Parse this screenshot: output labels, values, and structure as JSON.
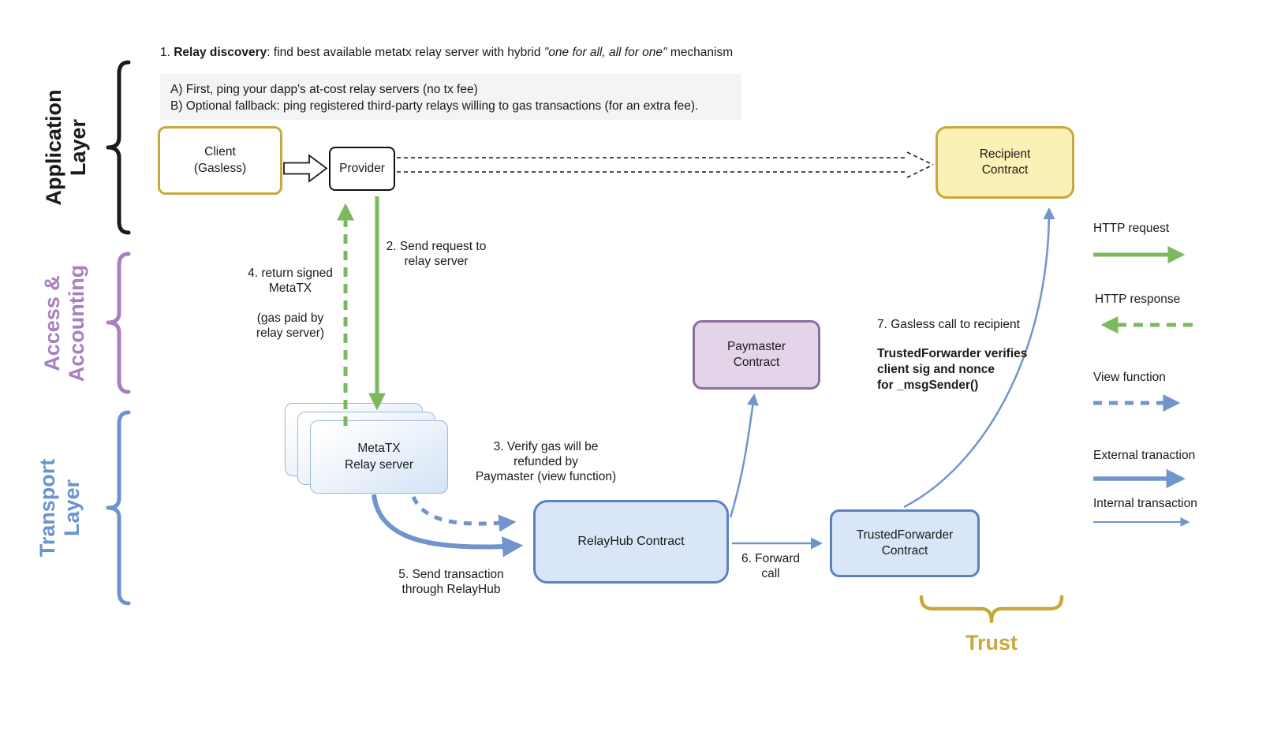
{
  "page": {
    "title": "MetaTX relay architecture diagram"
  },
  "colors": {
    "gold": "#C9A73C",
    "gold_fill": "#FBF0B5",
    "purple": "#8D6C9F",
    "purple_fill": "#E3D4E9",
    "purple_label": "#A87FC0",
    "blue": "#5B82C0",
    "blue_fill": "#D8E6F8",
    "blue_arrow": "#7094CC",
    "blue_label": "#6B93CF",
    "green": "#7CB85E",
    "text": "#1A1A1A"
  },
  "header": {
    "step1_prefix": "1. ",
    "step1_bold": "Relay discovery",
    "step1_mid": ": find best available metatx relay server with hybrid ",
    "step1_italic": "\"one for all, all for one\"",
    "step1_suffix": " mechanism",
    "option_a": "A) First, ping your dapp's at-cost relay servers (no tx fee)",
    "option_b": "B) Optional fallback: ping registered third-party relays willing to gas transactions (for an extra fee)."
  },
  "layers": {
    "application": {
      "label": "Application\nLayer"
    },
    "access": {
      "label": "Access &\nAccounting"
    },
    "transport": {
      "label": "Transport\nLayer"
    }
  },
  "nodes": {
    "client": {
      "label": "Client\n(Gasless)"
    },
    "provider": {
      "label": "Provider"
    },
    "recipient": {
      "label": "Recipient\nContract"
    },
    "paymaster": {
      "label": "Paymaster\nContract"
    },
    "relay_server": {
      "label": "MetaTX\nRelay server"
    },
    "relayhub": {
      "label": "RelayHub Contract"
    },
    "trusted_forwarder": {
      "label": "TrustedForwarder\nContract"
    }
  },
  "steps": {
    "step2": "2. Send request to\nrelay server",
    "step3": "3. Verify gas will be\nrefunded by\nPaymaster (view function)",
    "step4": "4. return signed\nMetaTX\n\n(gas paid by\nrelay server)",
    "step5": "5. Send transaction\nthrough RelayHub",
    "step6": "6. Forward\ncall",
    "step7": "7. Gasless call to recipient",
    "step7_note": "TrustedForwarder verifies\nclient sig and nonce\nfor _msgSender()"
  },
  "legend": {
    "items": [
      {
        "label": "HTTP request",
        "style": "green-solid"
      },
      {
        "label": "HTTP response",
        "style": "green-dashed"
      },
      {
        "label": "View function",
        "style": "blue-dashed"
      },
      {
        "label": "External tranaction",
        "style": "blue-thick"
      },
      {
        "label": "Internal transaction",
        "style": "blue-thin"
      }
    ]
  },
  "trust": {
    "label": "Trust"
  }
}
